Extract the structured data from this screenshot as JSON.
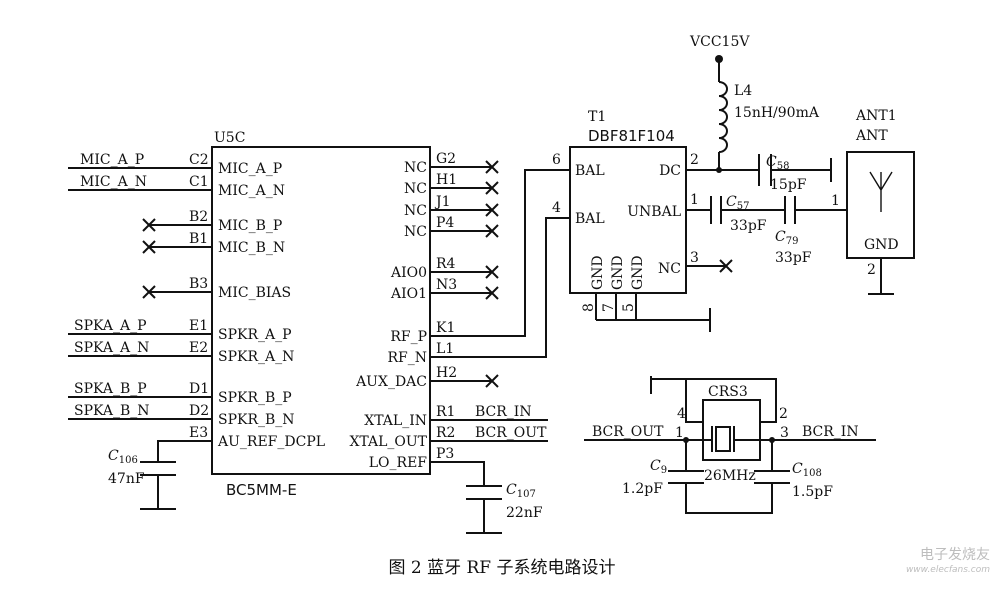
{
  "caption": "图 2  蓝牙 RF 子系统电路设计",
  "watermark": {
    "name": "电子发烧友",
    "url": "www.elecfans.com"
  },
  "u5c": {
    "ref": "U5C",
    "part": "BC5MM-E",
    "left_pins": [
      {
        "net": "MIC_A_P",
        "pin": "C2",
        "name": "MIC_A_P"
      },
      {
        "net": "MIC_A_N",
        "pin": "C1",
        "name": "MIC_A_N"
      },
      {
        "net": "",
        "pin": "B2",
        "name": "MIC_B_P"
      },
      {
        "net": "",
        "pin": "B1",
        "name": "MIC_B_N"
      },
      {
        "net": "",
        "pin": "B3",
        "name": "MIC_BIAS"
      },
      {
        "net": "SPKA_A_P",
        "pin": "E1",
        "name": "SPKR_A_P"
      },
      {
        "net": "SPKA_A_N",
        "pin": "E2",
        "name": "SPKR_A_N"
      },
      {
        "net": "SPKA_B_P",
        "pin": "D1",
        "name": "SPKR_B_P"
      },
      {
        "net": "SPKA_B_N",
        "pin": "D2",
        "name": "SPKR_B_N"
      },
      {
        "net": "",
        "pin": "E3",
        "name": "AU_REF_DCPL"
      }
    ],
    "right_pins": [
      {
        "name": "NC",
        "pin": "G2"
      },
      {
        "name": "NC",
        "pin": "H1"
      },
      {
        "name": "NC",
        "pin": "J1"
      },
      {
        "name": "NC",
        "pin": "P4"
      },
      {
        "name": "AIO0",
        "pin": "R4"
      },
      {
        "name": "AIO1",
        "pin": "N3"
      },
      {
        "name": "RF_P",
        "pin": "K1"
      },
      {
        "name": "RF_N",
        "pin": "L1"
      },
      {
        "name": "AUX_DAC",
        "pin": "H2"
      },
      {
        "name": "XTAL_IN",
        "pin": "R1",
        "net": "BCR_IN"
      },
      {
        "name": "XTAL_OUT",
        "pin": "R2",
        "net": "BCR_OUT"
      },
      {
        "name": "LO_REF",
        "pin": "P3"
      }
    ]
  },
  "t1": {
    "ref": "T1",
    "part": "DBF81F104",
    "pins": {
      "bal1": "BAL",
      "bal2": "BAL",
      "dc": "DC",
      "unbal": "UNBAL",
      "nc": "NC",
      "n6": "6",
      "n4": "4",
      "n2": "2",
      "n1": "1",
      "n3": "3",
      "gnd": "GND",
      "g8": "8",
      "g7": "7",
      "g5": "5"
    }
  },
  "vcc": "VCC15V",
  "l4": {
    "ref": "L4",
    "value": "15nH/90mA"
  },
  "c58": {
    "ref": "C",
    "sub": "58",
    "value": "15pF"
  },
  "c57": {
    "ref": "C",
    "sub": "57",
    "value": "33pF"
  },
  "c79": {
    "ref": "C",
    "sub": "79",
    "value": "33pF"
  },
  "ant1": {
    "ref": "ANT1",
    "type": "ANT",
    "gnd": "GND",
    "pin1": "1",
    "pin2": "2"
  },
  "c106": {
    "ref": "C",
    "sub": "106",
    "value": "47nF"
  },
  "c107": {
    "ref": "C",
    "sub": "107",
    "value": "22nF"
  },
  "crs3": {
    "ref": "CRS3",
    "freq": "26MHz",
    "p1": "1",
    "p2": "2",
    "p3": "3",
    "p4": "4",
    "left_net": "BCR_OUT",
    "right_net": "BCR_IN"
  },
  "c9": {
    "ref": "C",
    "sub": "9",
    "value": "1.2pF"
  },
  "c108": {
    "ref": "C",
    "sub": "108",
    "value": "1.5pF"
  }
}
